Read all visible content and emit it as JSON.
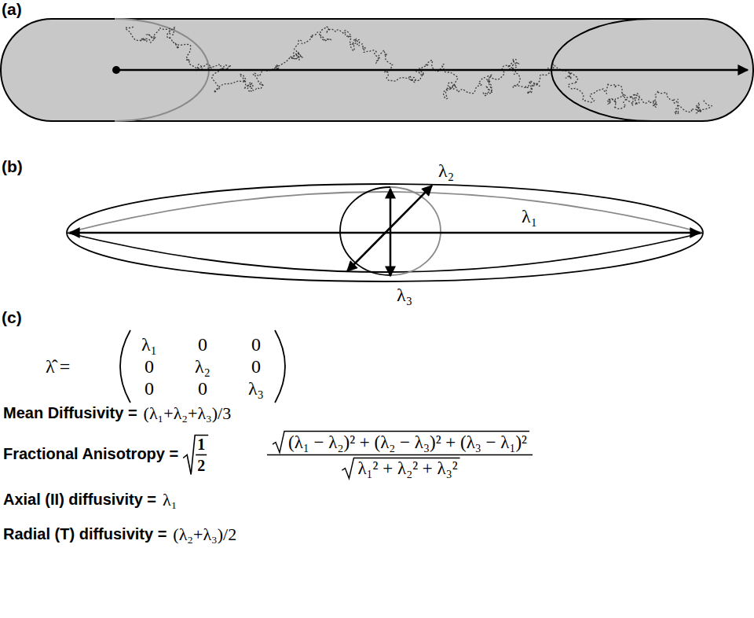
{
  "diagram": {
    "labels": [
      "(a)",
      "(b)",
      "λ₂",
      "λ₁",
      "λ₃",
      "(c)",
      "λ̂ =",
      "λ₁",
      "0",
      "0",
      "0",
      "λ₂",
      "0",
      "0",
      "0",
      "λ₃",
      "Mean Diffusivity =",
      "(λ₁+λ₂+λ₃)/3",
      "Fractional Anisotropy =",
      "1",
      "2",
      "(λ₁ − λ₂)² + (λ₂ − λ₃)² + (λ₃ − λ₁)²",
      "λ₁² + λ₂² + λ₃²",
      "Axial (II) diffusivity =",
      "λ₁",
      "Radial (T) diffusivity =",
      "(λ₂+λ₃)/2"
    ]
  }
}
